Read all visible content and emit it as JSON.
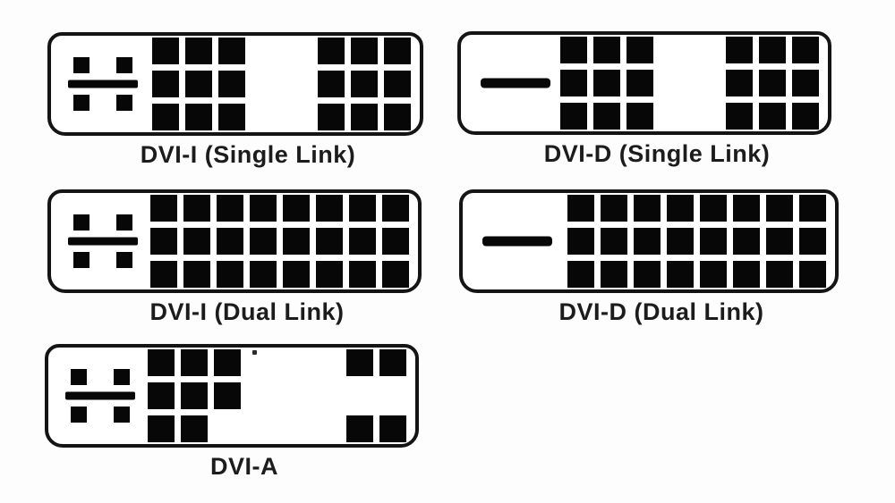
{
  "diagram_title": "",
  "colors": {
    "background": "#fdfdfd",
    "ink": "#070707",
    "outline": "#141414",
    "label_text": "#1c1c1c"
  },
  "connectors": [
    {
      "id": "dvi-i-single-link",
      "label": "DVI-I (Single Link)",
      "analog_section": "4-analog-pins-with-ground-blade",
      "pin_rows": [
        "11100111",
        "11100111",
        "11100111"
      ]
    },
    {
      "id": "dvi-d-single-link",
      "label": "DVI-D (Single Link)",
      "analog_section": "ground-blade-only",
      "pin_rows": [
        "11100111",
        "11100111",
        "11100111"
      ]
    },
    {
      "id": "dvi-i-dual-link",
      "label": "DVI-I (Dual Link)",
      "analog_section": "4-analog-pins-with-ground-blade",
      "pin_rows": [
        "11111111",
        "11111111",
        "11111111"
      ]
    },
    {
      "id": "dvi-d-dual-link",
      "label": "DVI-D (Dual Link)",
      "analog_section": "ground-blade-only",
      "pin_rows": [
        "11111111",
        "11111111",
        "11111111"
      ]
    },
    {
      "id": "dvi-a",
      "label": "DVI-A",
      "analog_section": "4-analog-pins-with-ground-blade",
      "pin_rows": [
        "11100011",
        "11100000",
        "11000011"
      ]
    }
  ]
}
